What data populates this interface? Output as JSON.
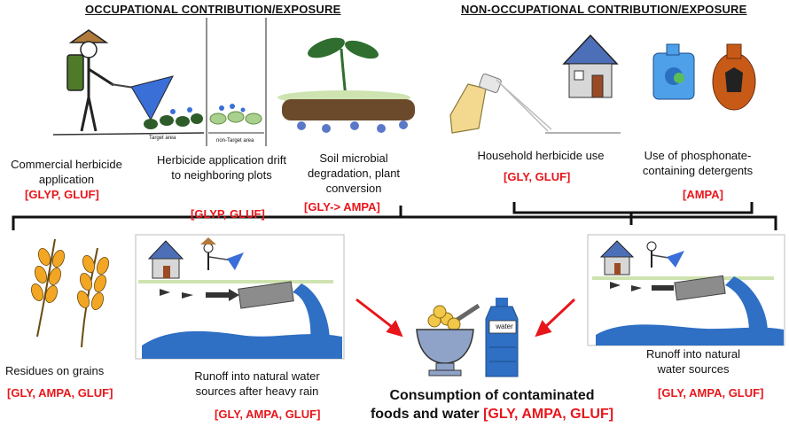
{
  "headers": {
    "occupational": "OCCUPATIONAL CONTRIBUTION/EXPOSURE",
    "non_occupational": "NON-OCCUPATIONAL CONTRIBUTION/EXPOSURE"
  },
  "occupational": {
    "commercial": {
      "label": "Commercial herbicide application",
      "tag": "[GLYP, GLUF]"
    },
    "drift": {
      "label": "Herbicide application drift to neighboring plots",
      "tag": "[GLYP, GLUF]"
    },
    "soil": {
      "label": "Soil microbial degradation, plant conversion",
      "tag": "[GLY-> AMPA]"
    },
    "target_area": "Target area",
    "non_target_area": "non-Target area"
  },
  "non_occupational": {
    "household": {
      "label": "Household herbicide use",
      "tag": "[GLY, GLUF]"
    },
    "detergents": {
      "label": "Use of phosphonate-containing detergents",
      "tag": "[AMPA]"
    }
  },
  "pathways": {
    "grains": {
      "label": "Residues on grains",
      "tag": "[GLY, AMPA, GLUF]"
    },
    "runoff_rain": {
      "label": "Runoff into natural water sources after heavy rain",
      "tag": "[GLY, AMPA, GLUF]"
    },
    "runoff_natural": {
      "label": "Runoff into natural water sources",
      "tag": "[GLY, AMPA, GLUF]"
    }
  },
  "consumption": {
    "label_line1": "Consumption of contaminated",
    "label_line2": "foods and water ",
    "tag": "[GLY, AMPA, GLUF]",
    "bottle_label": "water"
  },
  "colors": {
    "accent_red": "#e8161b",
    "water_blue": "#2f6fc4"
  }
}
